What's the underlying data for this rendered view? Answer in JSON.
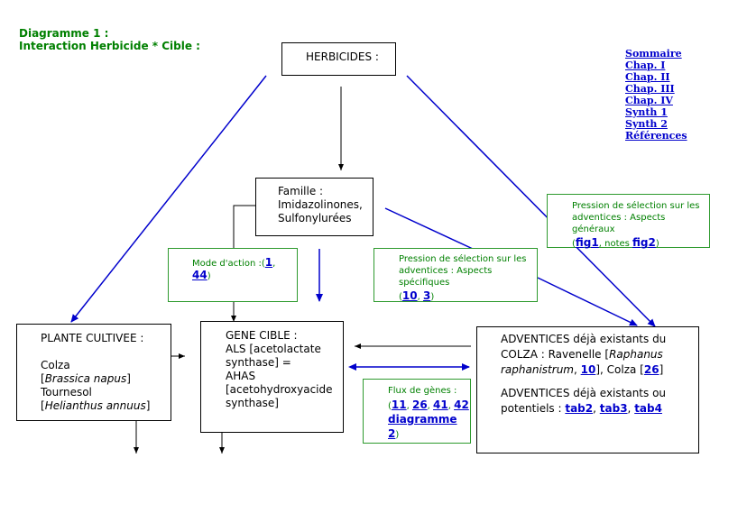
{
  "title": {
    "line1": "Diagramme 1 :",
    "line2": "Interaction Herbicide * Cible :"
  },
  "nav": [
    "Sommaire",
    "Chap. I",
    "Chap. II",
    "Chap. III",
    "Chap. IV",
    "Synth 1",
    "Synth 2",
    "Références"
  ],
  "herbicides": "HERBICIDES :",
  "famille": {
    "l1": "Famille :",
    "l2": "Imidazolinones,",
    "l3": "Sulfonylurées"
  },
  "mode": {
    "label": "Mode d'action :(",
    "ref1": "1",
    "sep": ", ",
    "ref2": "44",
    "close": ")"
  },
  "pression_spec": {
    "l1": "Pression de sélection sur les",
    "l2": "adventices :  Aspects spécifiques",
    "open": "(",
    "ref1": "10",
    "sep": ", ",
    "ref2": "3",
    "close": ")"
  },
  "pression_gen": {
    "l1": "Pression de sélection sur les",
    "l2": "adventices : Aspects généraux",
    "open": "(",
    "ref1": "fig1",
    "mid": ", notes ",
    "ref2": "fig2",
    "close": ")"
  },
  "plante": {
    "title": "PLANTE CULTIVEE :",
    "colza": "Colza",
    "colza_sci": "Brassica napus",
    "tournesol": "Tournesol",
    "tournesol_sci": "Helianthus annuus"
  },
  "gene": {
    "l1": "GENE CIBLE :",
    "l2": "ALS [acetolactate",
    "l3": "synthase] =",
    "l4": "AHAS",
    "l5": "[acetohydroxyacide",
    "l6": "synthase]"
  },
  "flux": {
    "l1": "Flux de gènes :",
    "open": "(",
    "r1": "11",
    "r2": "26",
    "r3": "41",
    "r4": "42",
    "sep": ", ",
    "r5": "diagramme 2",
    "close": ")"
  },
  "adventices": {
    "l1": "ADVENTICES déjà existants du",
    "l2a": "COLZA : Ravenelle [",
    "l2b": "Raphanus",
    "l3a": "raphanistrum",
    "l3b": ", ",
    "l3ref": "10",
    "l3c": "], Colza [",
    "l3ref2": "26",
    "l3d": "]",
    "l4": "ADVENTICES déjà existants ou",
    "l5a": "potentiels : ",
    "t2": "tab2",
    "sep": ", ",
    "t3": "tab3",
    "t4": "tab4"
  },
  "colors": {
    "blue_arrow": "#0000cc",
    "green_box": "#2e9a2e",
    "green_text": "#008000"
  }
}
